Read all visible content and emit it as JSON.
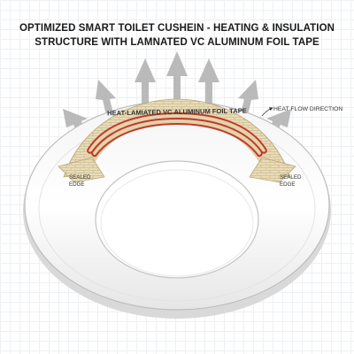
{
  "title_line1": "OPTIMIZED SMART TOILET CUSHEIN - HEATING & INSULATION",
  "title_line2": "STRUCTURE WITH LAMNATED VC ALUMINUM FOIL TAPE",
  "labels": {
    "foil_tape": "HEAT-LAMIATED VC ALUMINUM FOIL TAPE",
    "heat_flow": "HEAT FLOW DIRECTION",
    "sealed_left_1": "SEALED",
    "sealed_left_2": "EDGE",
    "sealed_right_1": "SEALED",
    "sealed_right_2": "EDGE"
  },
  "colors": {
    "ring_fill": "#ffffff",
    "ring_outline": "#bdbdbd",
    "foil_band": "#efe1bd",
    "heating_wire": "#c0392b",
    "arrow": "#b3b3b3",
    "text": "#1a1a1a"
  },
  "icons": [
    "heat-flow-arrow-icon"
  ]
}
